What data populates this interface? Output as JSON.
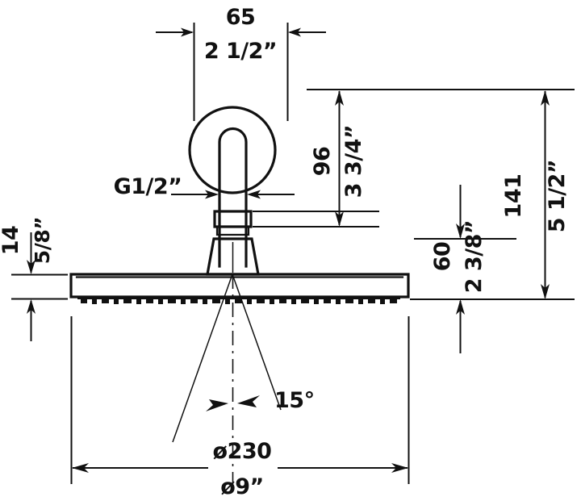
{
  "drawing": {
    "title": "Shower head dimensional drawing",
    "units_note": "millimeters with inch equivalents",
    "line_color": "#111111",
    "background_color": "#ffffff"
  },
  "dimensions": {
    "wall_offset": {
      "metric": "65",
      "imperial": "2 1/2”",
      "orientation": "horizontal",
      "position": "top"
    },
    "arm_drop": {
      "metric": "96",
      "imperial": "3 3/4”",
      "orientation": "vertical",
      "position": "middle-right"
    },
    "head_height": {
      "metric": "60",
      "imperial": "2 3/8”",
      "orientation": "vertical",
      "position": "right"
    },
    "total_height": {
      "metric": "141",
      "imperial": "5 1/2”",
      "orientation": "vertical",
      "position": "far-right"
    },
    "head_thickness": {
      "metric": "14",
      "imperial": "5/8”",
      "orientation": "vertical",
      "position": "left"
    },
    "head_diameter": {
      "metric": "ø230",
      "imperial": "ø9”",
      "orientation": "horizontal",
      "position": "bottom"
    }
  },
  "labels": {
    "thread_connection": "G1/2”",
    "spray_angle": "15°"
  }
}
